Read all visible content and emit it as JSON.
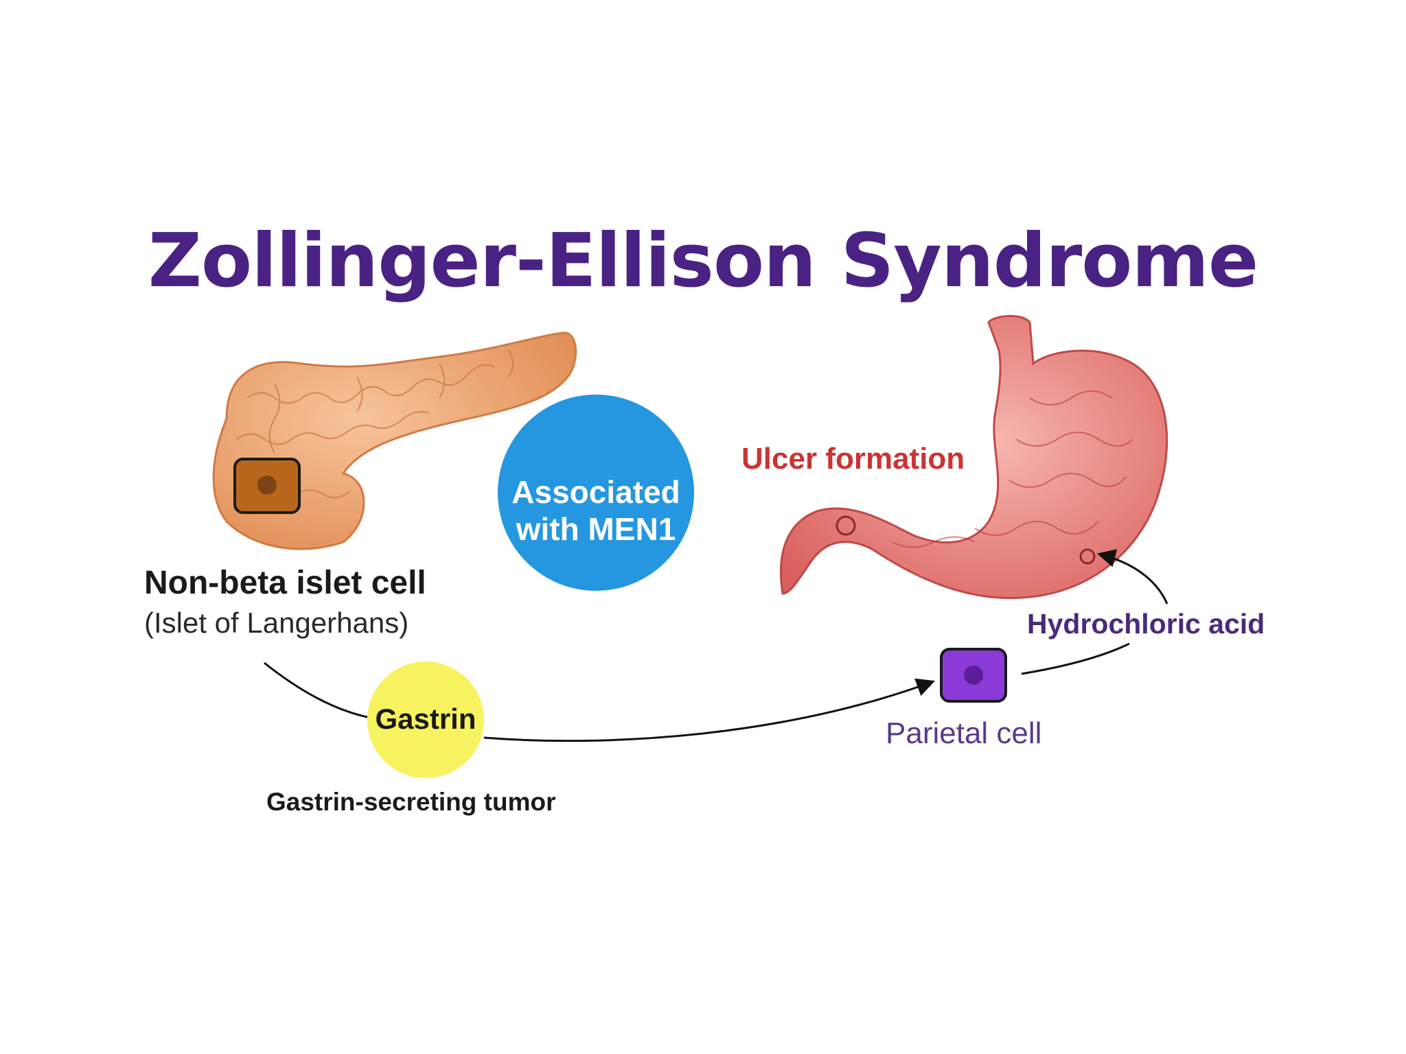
{
  "title": "Zollinger-Ellison Syndrome",
  "men1_badge": {
    "line1": "Associated",
    "line2_prefix": "with ",
    "line2_bold": "MEN1",
    "color": "#2497e0"
  },
  "pancreas": {
    "cell_label": "Non-beta islet cell",
    "cell_sublabel": "(Islet of Langerhans)",
    "cell_color": "#b8671c",
    "organ_color": "#f0ad7a"
  },
  "gastrin": {
    "label": "Gastrin",
    "color": "#f7f260"
  },
  "tumor_label": "Gastrin-secreting tumor",
  "stomach": {
    "ulcer_label": "Ulcer formation",
    "organ_color": "#e58a8a"
  },
  "parietal_cell": {
    "label": "Parietal cell",
    "color": "#8a3ad6"
  },
  "hcl_label": "Hydrochloric acid",
  "icons": [
    "pancreas-illustration",
    "stomach-illustration",
    "non-beta-cell-icon",
    "parietal-cell-icon"
  ]
}
